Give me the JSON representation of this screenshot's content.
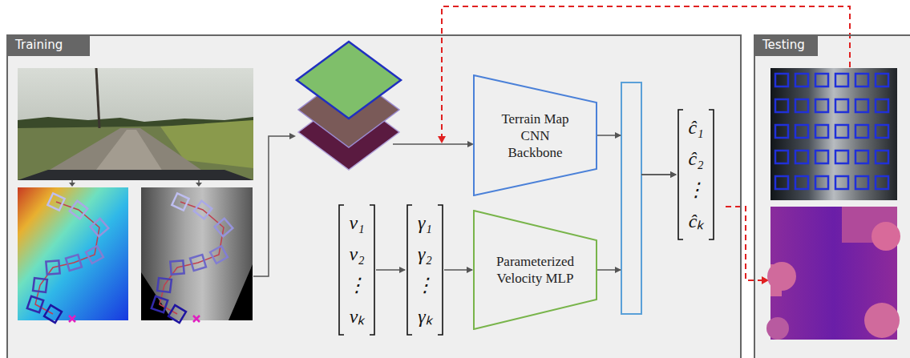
{
  "diagram": {
    "nodes": [
      {
        "text": [
          "Training"
        ]
      },
      {
        "text": [
          "Terrain Map CNN Backbone"
        ],
        "in": 0
      },
      {
        "text": [
          "v₁",
          "v₂",
          "⋮",
          "vₖ"
        ],
        "in": 0
      },
      {
        "text": [
          "γ₁",
          "γ₂",
          "⋮",
          "γₖ"
        ],
        "in": 0
      },
      {
        "text": [
          "Parameterized Velocity MLP"
        ],
        "in": 0
      },
      {
        "text": [
          "ĉ₁",
          "ĉ₂",
          "⋮",
          "ĉₖ"
        ],
        "in": 0
      },
      {
        "text": [
          "Testing"
        ]
      }
    ],
    "edges": [
      {
        "from": 2,
        "to": 3,
        "arrow": "to"
      },
      {
        "from": 3,
        "to": 4,
        "arrow": "to"
      },
      {
        "from": 1,
        "to": 5,
        "arrow": "to"
      },
      {
        "from": 4,
        "to": 5,
        "arrow": "to"
      }
    ]
  }
}
